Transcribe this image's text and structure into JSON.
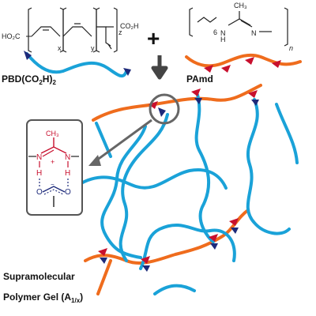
{
  "colors": {
    "blue": "#1aa2d8",
    "orange": "#ef6c1d",
    "red": "#c8102e",
    "dark_blue": "#1d2a7a",
    "gray": "#666666",
    "text": "#111111"
  },
  "pbd": {
    "ho2c": "HO₂C",
    "co2h": "CO₂H",
    "x": "x",
    "y": "y",
    "z": "z",
    "label_main": "PBD(CO",
    "label_sub": "2",
    "label_end": "H)",
    "label_sub2": "2"
  },
  "pamd": {
    "ch3": "CH₃",
    "n_left": "N",
    "n_right": "N",
    "h": "H",
    "sub6": "6",
    "n": "n",
    "label": "PAmd"
  },
  "operator": {
    "plus": "+"
  },
  "inset": {
    "ch3": "CH₃",
    "n_left": "N",
    "n_right": "N",
    "h_left": "H",
    "h_right": "H",
    "plus": "+",
    "o_left": "O",
    "o_right": "O",
    "minus": "−"
  },
  "caption": {
    "line1": "Supramolecular",
    "line2_main": "Polymer Gel (A",
    "line2_sub": "1/x",
    "line2_end": ")"
  }
}
